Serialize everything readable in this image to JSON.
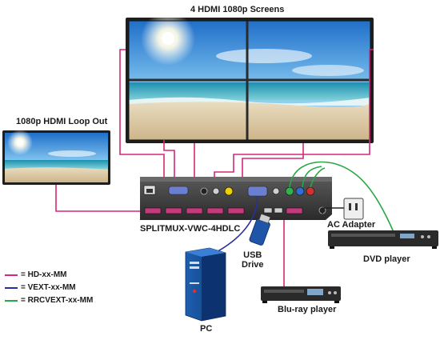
{
  "labels": {
    "screens_title": "4 HDMI 1080p Screens",
    "loop_out": "1080p HDMI Loop Out",
    "device_name": "SPLITMUX-VWC-4HDLC",
    "usb_drive": "USB\nDrive",
    "ac_adapter": "AC Adapter",
    "dvd_player": "DVD player",
    "bluray_player": "Blu-ray player",
    "pc": "PC"
  },
  "legend": [
    {
      "text": "= HD-xx-MM",
      "color": "#d6277a"
    },
    {
      "text": "= VEXT-xx-MM",
      "color": "#2a2fa0"
    },
    {
      "text": "= RRCVEXT-xx-MM",
      "color": "#28a745"
    }
  ],
  "colors": {
    "hdmi": "#d6277a",
    "vga": "#2a2fa0",
    "component": "#28a745",
    "device": "#3a3a3a",
    "port": "#c43a7a"
  }
}
